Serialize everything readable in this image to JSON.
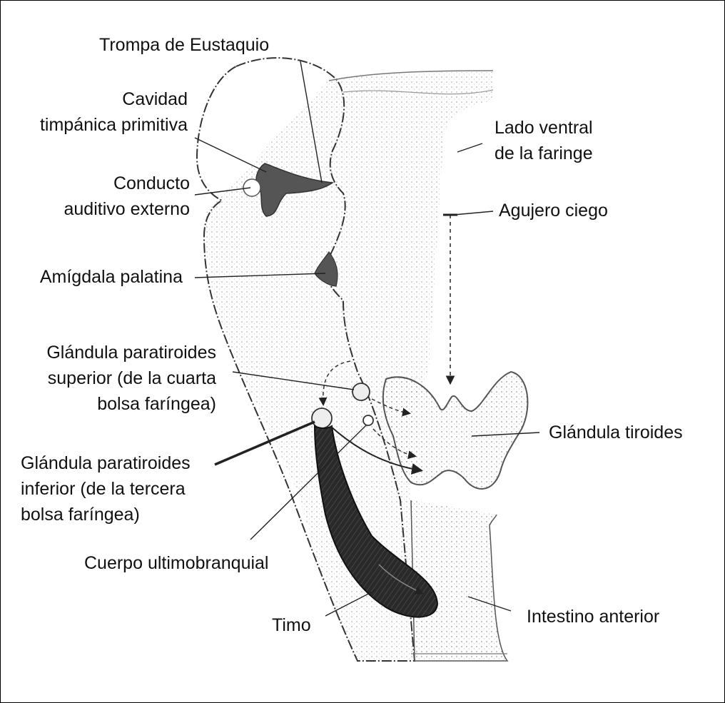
{
  "labels": {
    "trompa": "Trompa de Eustaquio",
    "cavidad_1": "Cavidad",
    "cavidad_2": "timpánica primitiva",
    "lado_1": "Lado  ventral",
    "lado_2": "de la faringe",
    "conducto_1": "Conducto",
    "conducto_2": "auditivo externo",
    "agujero": "Agujero ciego",
    "amigdala": "Amígdala palatina",
    "sup_1": "Glándula paratiroides",
    "sup_2": "superior (de la cuarta",
    "sup_3": "bolsa faríngea)",
    "tiroides": "Glándula tiroides",
    "inf_1": "Glándula paratiroides",
    "inf_2": "inferior (de la tercera",
    "inf_3": "bolsa faríngea)",
    "ultimo": "Cuerpo ultimobranquial",
    "timo": "Timo",
    "intestino": "Intestino anterior"
  },
  "colors": {
    "ink": "#222222",
    "stipple": "#c9c9c9",
    "dark_fill": "#555555",
    "timo_fill": "#2a2a2a"
  }
}
